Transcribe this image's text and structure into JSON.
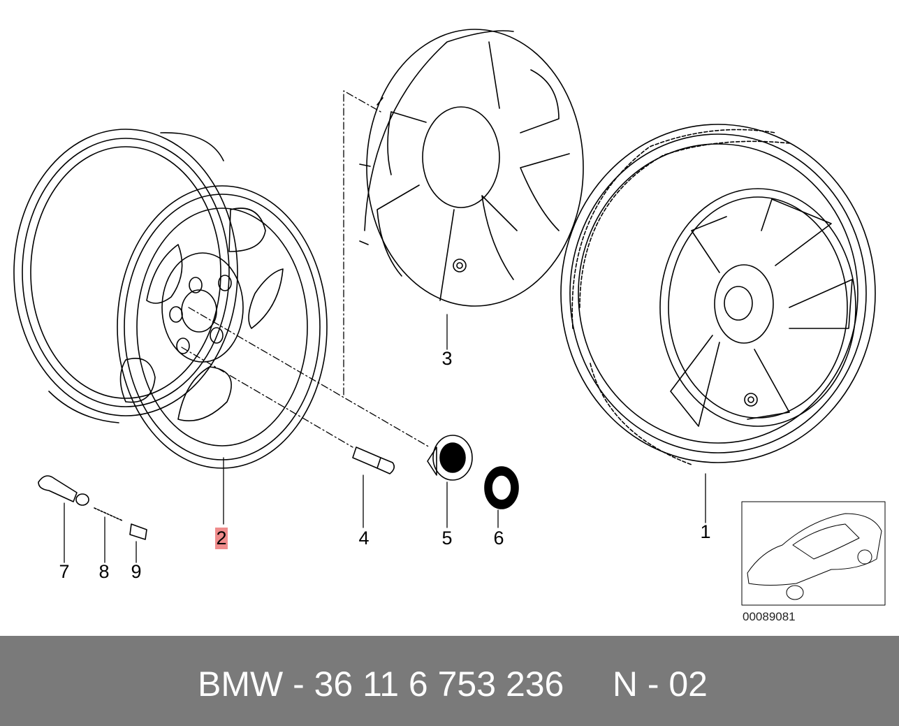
{
  "diagram": {
    "callouts": [
      {
        "id": "1",
        "text": "1"
      },
      {
        "id": "2",
        "text": "2",
        "highlighted": true
      },
      {
        "id": "3",
        "text": "3"
      },
      {
        "id": "4",
        "text": "4"
      },
      {
        "id": "5",
        "text": "5"
      },
      {
        "id": "6",
        "text": "6"
      },
      {
        "id": "7",
        "text": "7"
      },
      {
        "id": "8",
        "text": "8"
      },
      {
        "id": "9",
        "text": "9"
      }
    ],
    "reference_code": "00089081",
    "highlight_color": "#ef8c8c"
  },
  "footer": {
    "text": "BMW - 36 11 6 753 236     N - 02",
    "background": "#7a7a7a"
  }
}
